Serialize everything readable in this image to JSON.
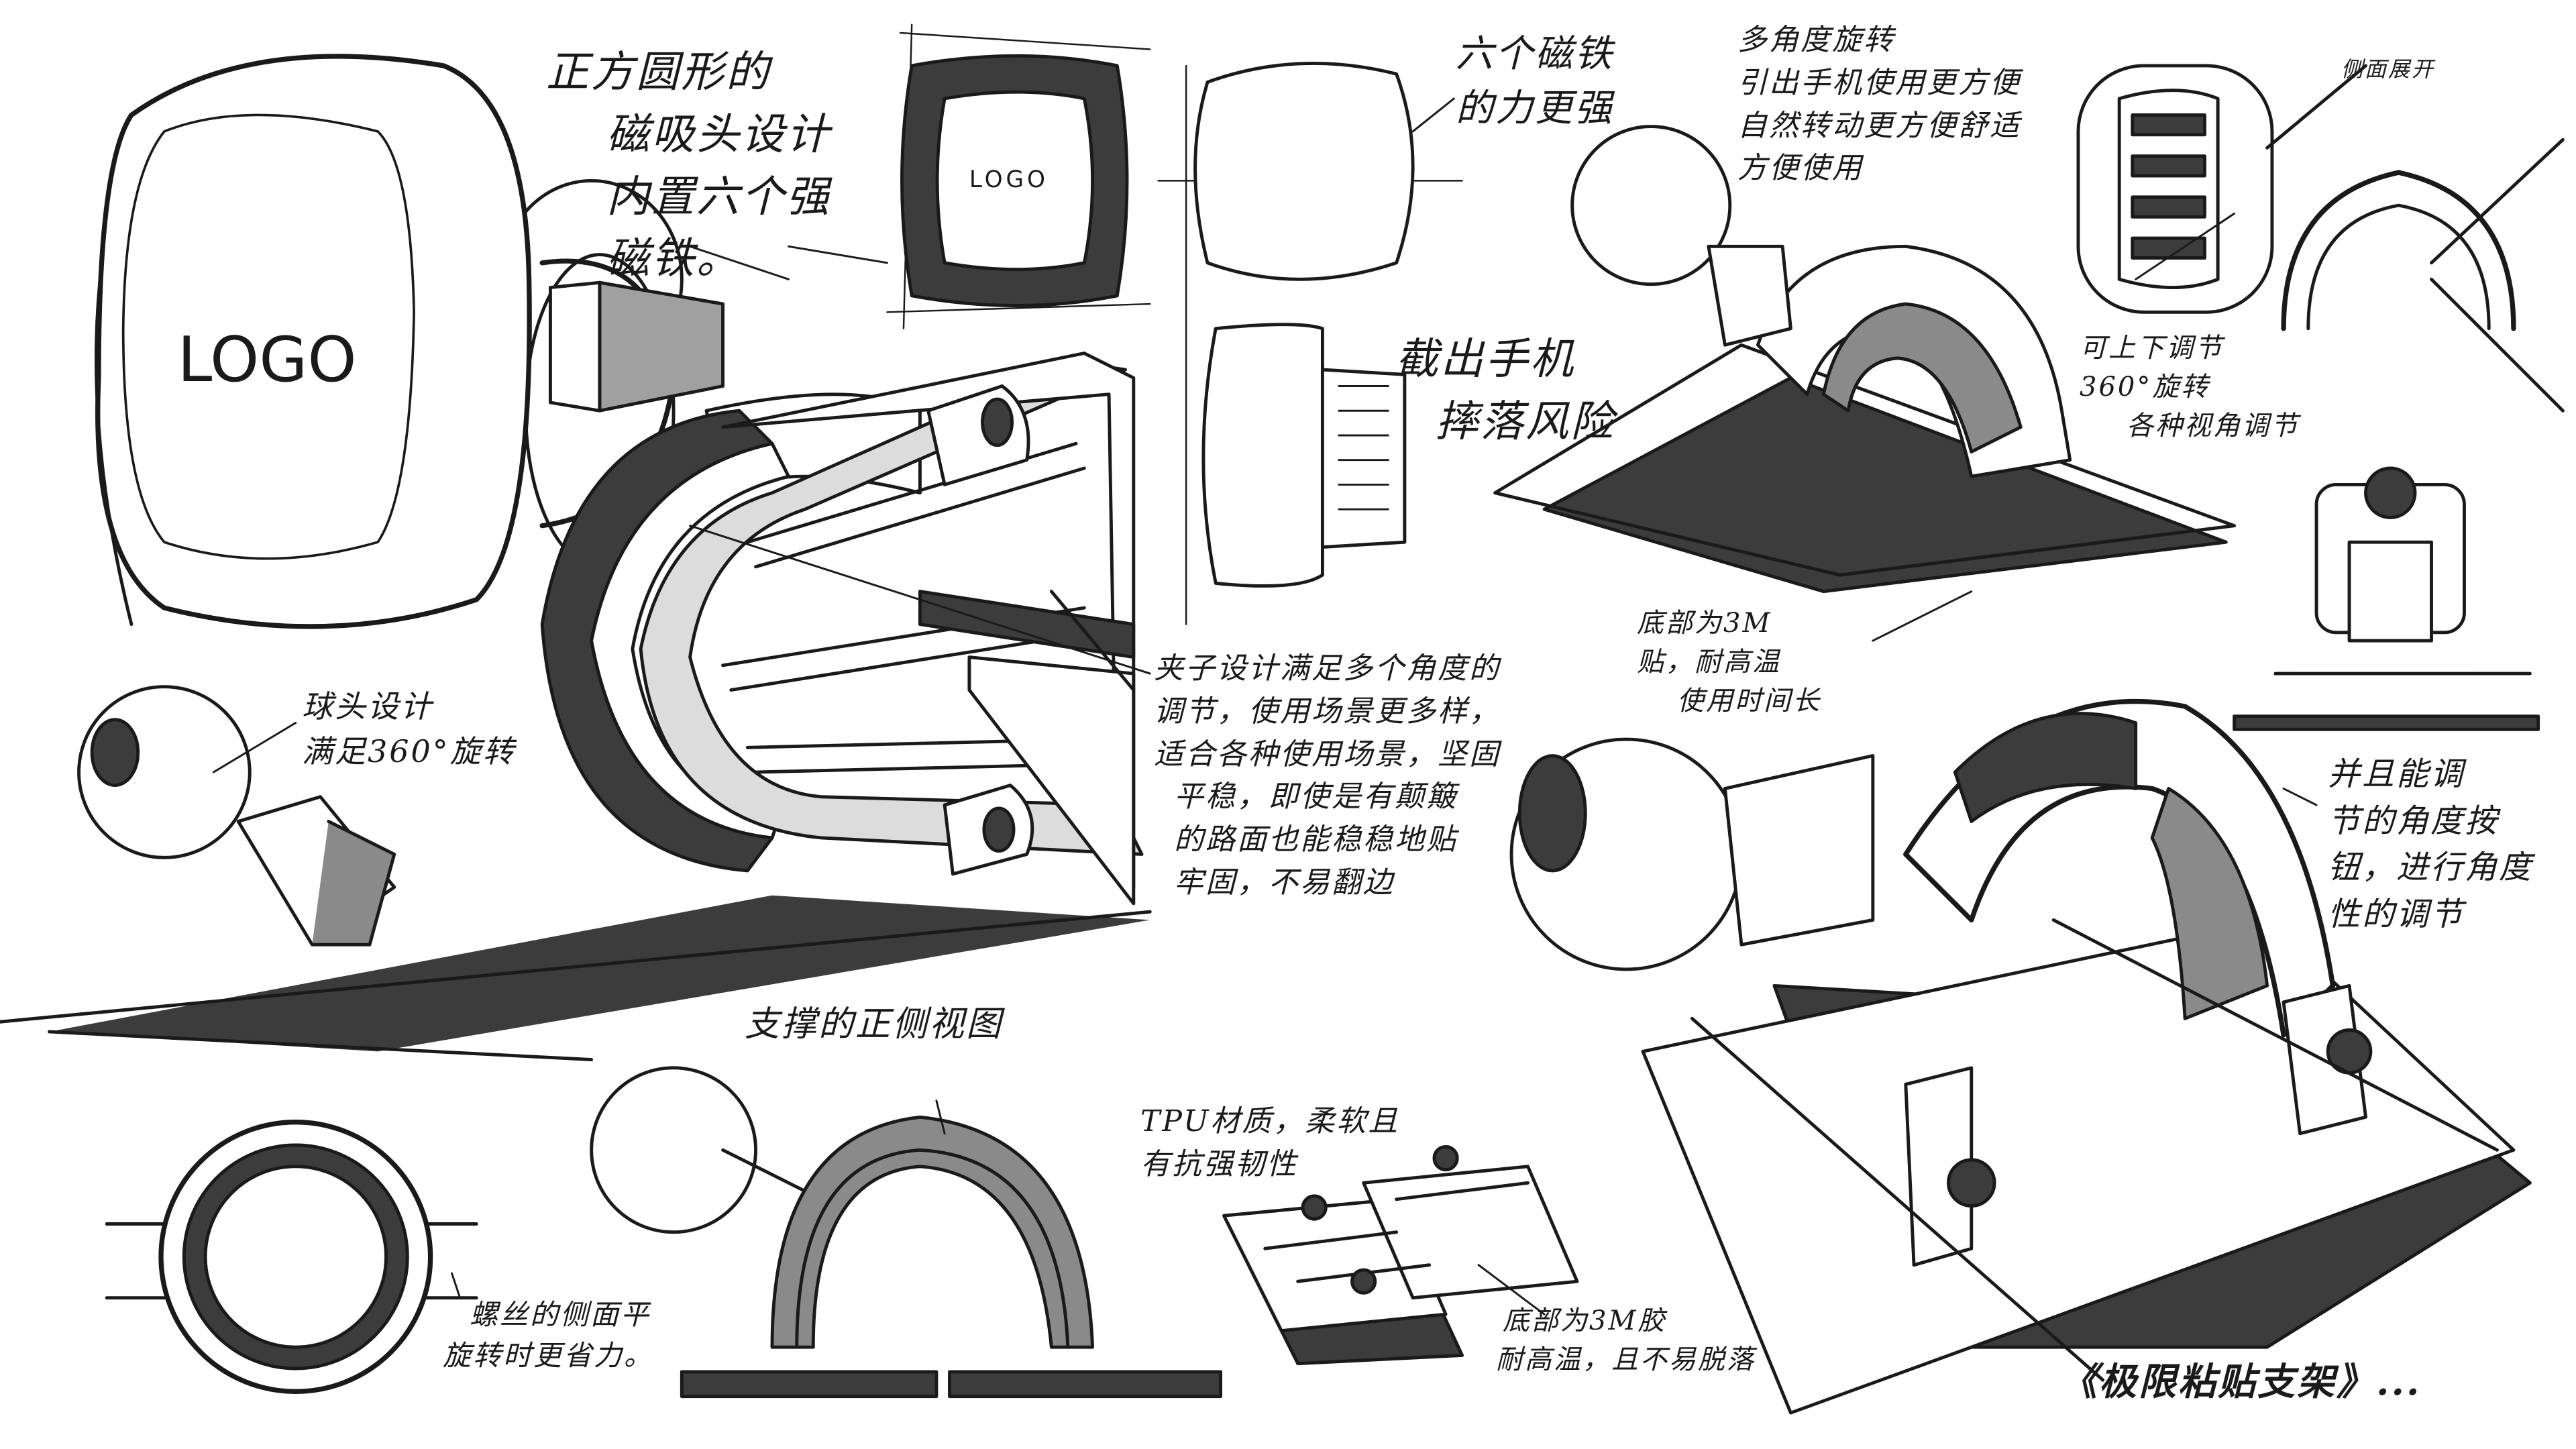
{
  "sketch": {
    "colors": {
      "ink": "#1a1a1a",
      "dark": "#3c3c3c",
      "mid": "#8a8a8a",
      "light": "#c4c4c4",
      "paper": "#ffffff"
    },
    "logo_large": "LOGO",
    "logo_small": "LOGO",
    "notes": {
      "n1": [
        "正方圆形的",
        "磁吸头设计",
        "内置六个强",
        "磁铁。"
      ],
      "n2": [
        "六个磁铁",
        "的力更强"
      ],
      "n3": [
        "多角度旋转",
        "引出手机使用更方便",
        "自然转动更方便舒适",
        "方便使用"
      ],
      "n4": [
        "侧面展开"
      ],
      "n5": [
        "截出手机",
        "摔落风险"
      ],
      "n6": [
        "可上下调节",
        "360°旋转",
        "各种视角调节"
      ],
      "n7": [
        "底部为3M",
        "贴，耐高温",
        "使用时间长"
      ],
      "n8": [
        "球头设计",
        "满足360°旋转"
      ],
      "n9": [
        "夹子设计满足多个角度的",
        "调节，使用场景更多样，",
        "适合各种使用场景，坚固",
        "平稳，即使是有颠簸",
        "的路面也能稳稳地贴",
        "牢固，不易翻边"
      ],
      "n10": [
        "支撑的正侧视图"
      ],
      "n11": [
        "TPU材质，柔软且",
        "有抗强韧性"
      ],
      "n12": [
        "并且能调",
        "节的角度按",
        "钮，进行角度",
        "性的调节"
      ],
      "n13": [
        "螺丝的侧面平",
        "旋转时更省力。"
      ],
      "n14": [
        "底部为3M胶",
        "耐高温，且不易脱落"
      ],
      "title": "《极限粘贴支架》..."
    }
  }
}
